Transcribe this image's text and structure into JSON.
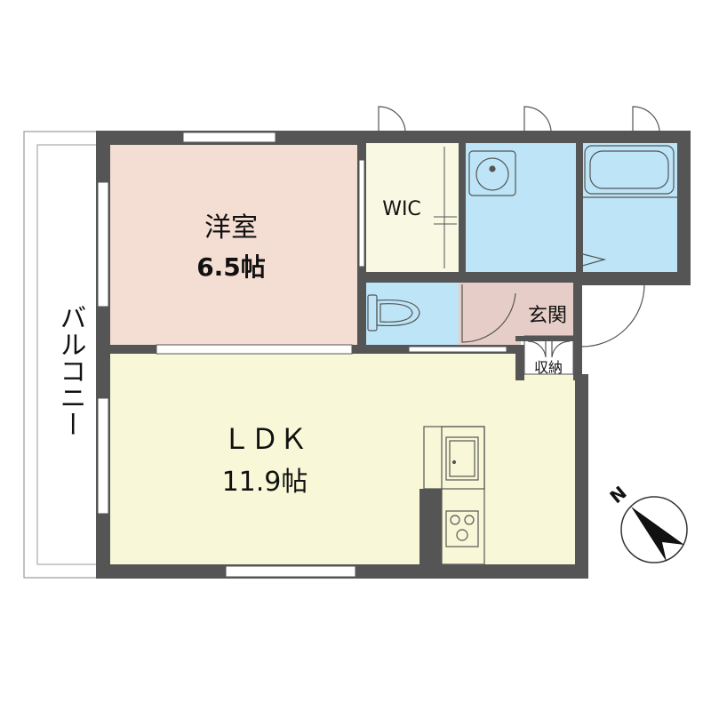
{
  "colors": {
    "wall": "#555555",
    "western_room": "#f4ddd2",
    "ldk": "#f8f8d8",
    "wic": "#f8f8e3",
    "wet_area": "#bde5f7",
    "genkan": "#e6cdc8",
    "balcony": "#ffffff"
  },
  "rooms": {
    "western": {
      "name": "洋室",
      "size": "6.5帖"
    },
    "ldk": {
      "name": "ＬＤＫ",
      "size": "11.9帖"
    },
    "wic": {
      "name": "WIC"
    },
    "genkan": {
      "name": "玄関"
    },
    "storage": {
      "name": "収納"
    },
    "balcony": {
      "name": "バルコニー"
    }
  },
  "compass": {
    "letter": "N"
  }
}
